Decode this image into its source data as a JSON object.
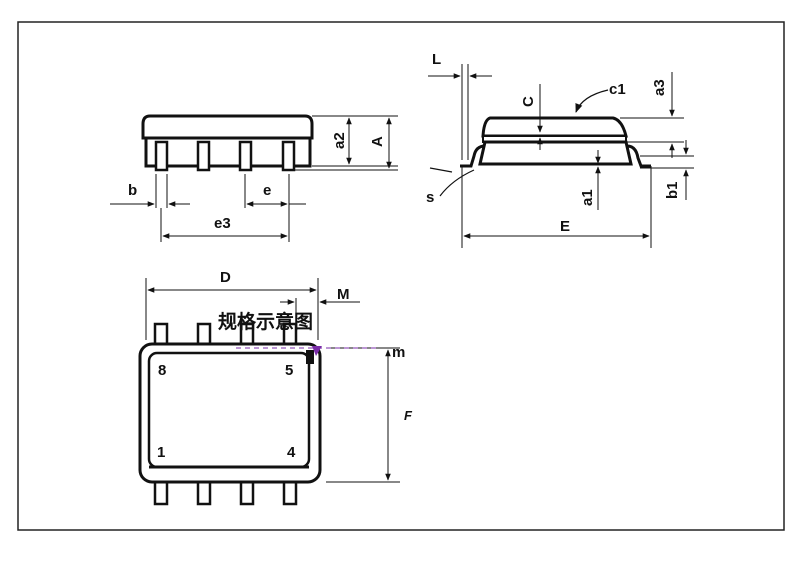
{
  "diagram": {
    "watermark": "规格示意图",
    "front_view": {
      "dims": {
        "a2": "a2",
        "A": "A",
        "b": "b",
        "e": "e",
        "e3": "e3"
      }
    },
    "side_view": {
      "dims": {
        "L": "L",
        "C": "C",
        "c1": "c1",
        "a3": "a3",
        "s": "s",
        "a1": "a1",
        "b1": "b1",
        "E": "E"
      }
    },
    "top_view": {
      "dims": {
        "D": "D",
        "M": "M",
        "m": "m",
        "F": "F"
      },
      "pins": {
        "p8": "8",
        "p5": "5",
        "p1": "1",
        "p4": "4"
      }
    }
  }
}
